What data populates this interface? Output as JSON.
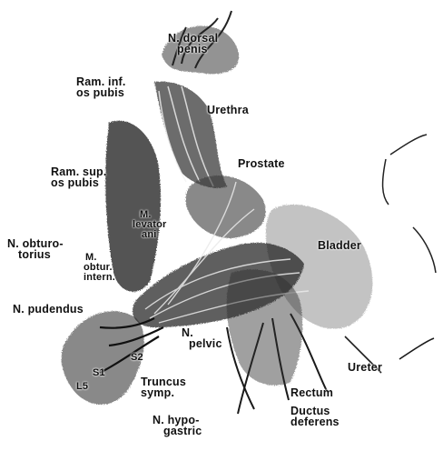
{
  "labels": {
    "dorsal_1": "N. dorsal",
    "dorsal_2": "penis",
    "ram_inf_1": "Ram. inf.",
    "ram_inf_2": "os pubis",
    "urethra": "Urethra",
    "prostate": "Prostate",
    "ram_sup_1": "Ram. sup.",
    "ram_sup_2": "os pubis",
    "levator_1": "M.",
    "levator_2": "levator",
    "levator_3": "ani",
    "obturatorius_1": "N. obturo-",
    "obturatorius_2": "torius",
    "obtur_intern_1": "M.",
    "obtur_intern_2": "obtur.",
    "obtur_intern_3": "intern.",
    "bladder": "Bladder",
    "pudendus": "N. pudendus",
    "s2": "S2",
    "s1": "S1",
    "l5": "L5",
    "pelvic_1": "N.",
    "pelvic_2": "pelvic",
    "truncus_1": "Truncus",
    "truncus_2": "symp.",
    "ureter": "Ureter",
    "rectum": "Rectum",
    "ductus_1": "Ductus",
    "ductus_2": "deferens",
    "hypogastric_1": "N. hypo-",
    "hypogastric_2": "gastric"
  },
  "colors": {
    "ink": "#111111",
    "shade": "#2a2a2a",
    "background": "#ffffff"
  }
}
